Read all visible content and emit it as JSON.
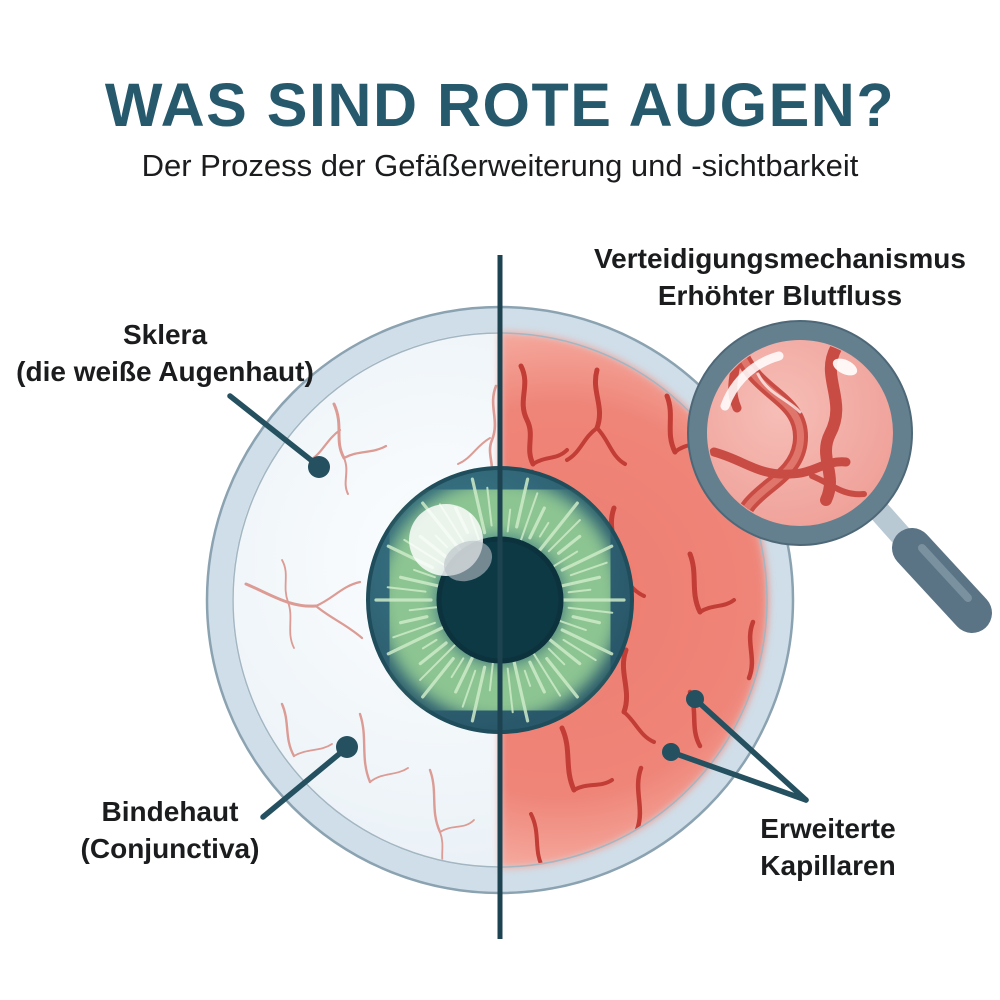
{
  "title": "WAS SIND ROTE AUGEN?",
  "subtitle": "Der Prozess der Gefäßerweiterung und -sichtbarkeit",
  "labels": {
    "defense_line1": "Verteidigungsmechanismus",
    "defense_line2": "Erhöhter Blutfluss",
    "sklera_line1": "Sklera",
    "sklera_line2": "(die weiße Augenhaut)",
    "bindehaut_line1": "Bindehaut",
    "bindehaut_line2": "(Conjunctiva)",
    "kapillaren_line1": "Erweiterte",
    "kapillaren_line2": "Kapillaren"
  },
  "colors": {
    "title": "#27596d",
    "text": "#1b1c1e",
    "divider": "#1d4250",
    "leader": "#24505f",
    "ring": "#cfdee9",
    "ring_edge": "#8ba2b1",
    "sclera": "#f4f8fb",
    "red_half": "#ef8276",
    "vessel_dark": "#c23d35",
    "vessel_light": "#dc9b94",
    "iris_outer": "#336e7e",
    "iris_rim": "#1f4d5b",
    "iris_green": "#8cc492",
    "spoke": "#cdebc8",
    "pupil": "#0d3945",
    "mag_rim": "#64808f",
    "mag_fill": "#f3aca6",
    "mag_vessel": "#c94c44",
    "mag_handle": "#5b7485",
    "mag_shaft": "#b9c9d3"
  }
}
